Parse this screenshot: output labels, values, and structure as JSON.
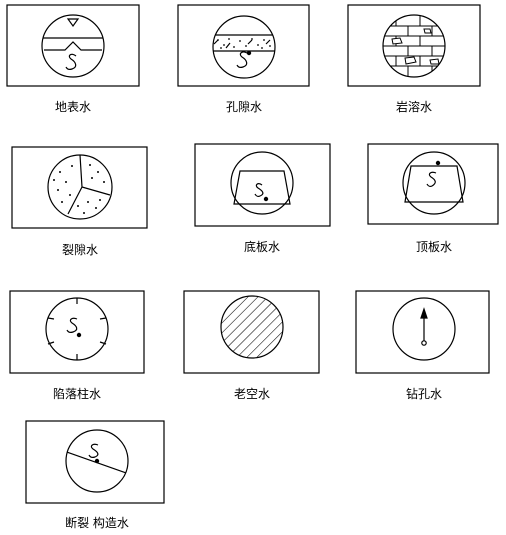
{
  "legend": {
    "items": [
      {
        "id": "surface-water",
        "label": "地表水"
      },
      {
        "id": "pore-water",
        "label": "孔隙水"
      },
      {
        "id": "karst-water",
        "label": "岩溶水"
      },
      {
        "id": "fissure-water",
        "label": "裂隙水"
      },
      {
        "id": "floor-water",
        "label": "底板水"
      },
      {
        "id": "roof-water",
        "label": "顶板水"
      },
      {
        "id": "collapse-column-water",
        "label": "陷落柱水"
      },
      {
        "id": "goaf-water",
        "label": "老空水"
      },
      {
        "id": "borehole-water",
        "label": "钻孔水"
      },
      {
        "id": "fault-structure-water",
        "label": "断裂 构造水"
      }
    ]
  },
  "colors": {
    "stroke": "#000000",
    "background": "#ffffff"
  }
}
